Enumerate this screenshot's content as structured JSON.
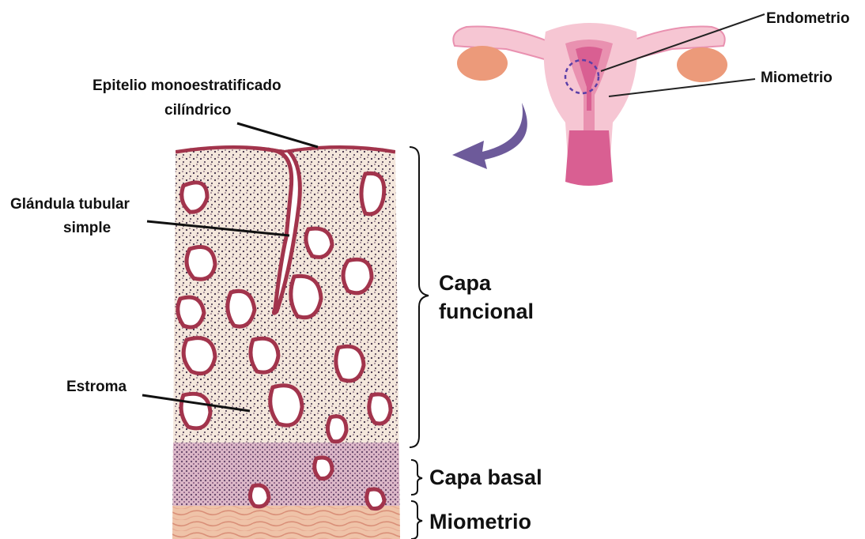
{
  "labels": {
    "epitelio_line1": "Epitelio monoestratificado",
    "epitelio_line2": "cilíndrico",
    "glandula_line1": "Glándula tubular",
    "glandula_line2": "simple",
    "estroma": "Estroma",
    "endometrio": "Endometrio",
    "miometrio_organ": "Miometrio"
  },
  "layers": {
    "capa_funcional_line1": "Capa",
    "capa_funcional_line2": "funcional",
    "capa_basal": "Capa basal",
    "miometrio": "Miometrio"
  },
  "colors": {
    "uterus_light": "#f6c6d3",
    "uterus_mid": "#e991b0",
    "uterus_dark": "#d95f92",
    "ovary": "#ec9a7a",
    "arrow": "#6d5a9a",
    "marker": "#5a3fa8",
    "stroma_bg": "#f4e7dc",
    "gland_wall": "#a2344c",
    "nuclei": "#3a2a44",
    "muscle": "#efc3a8"
  }
}
